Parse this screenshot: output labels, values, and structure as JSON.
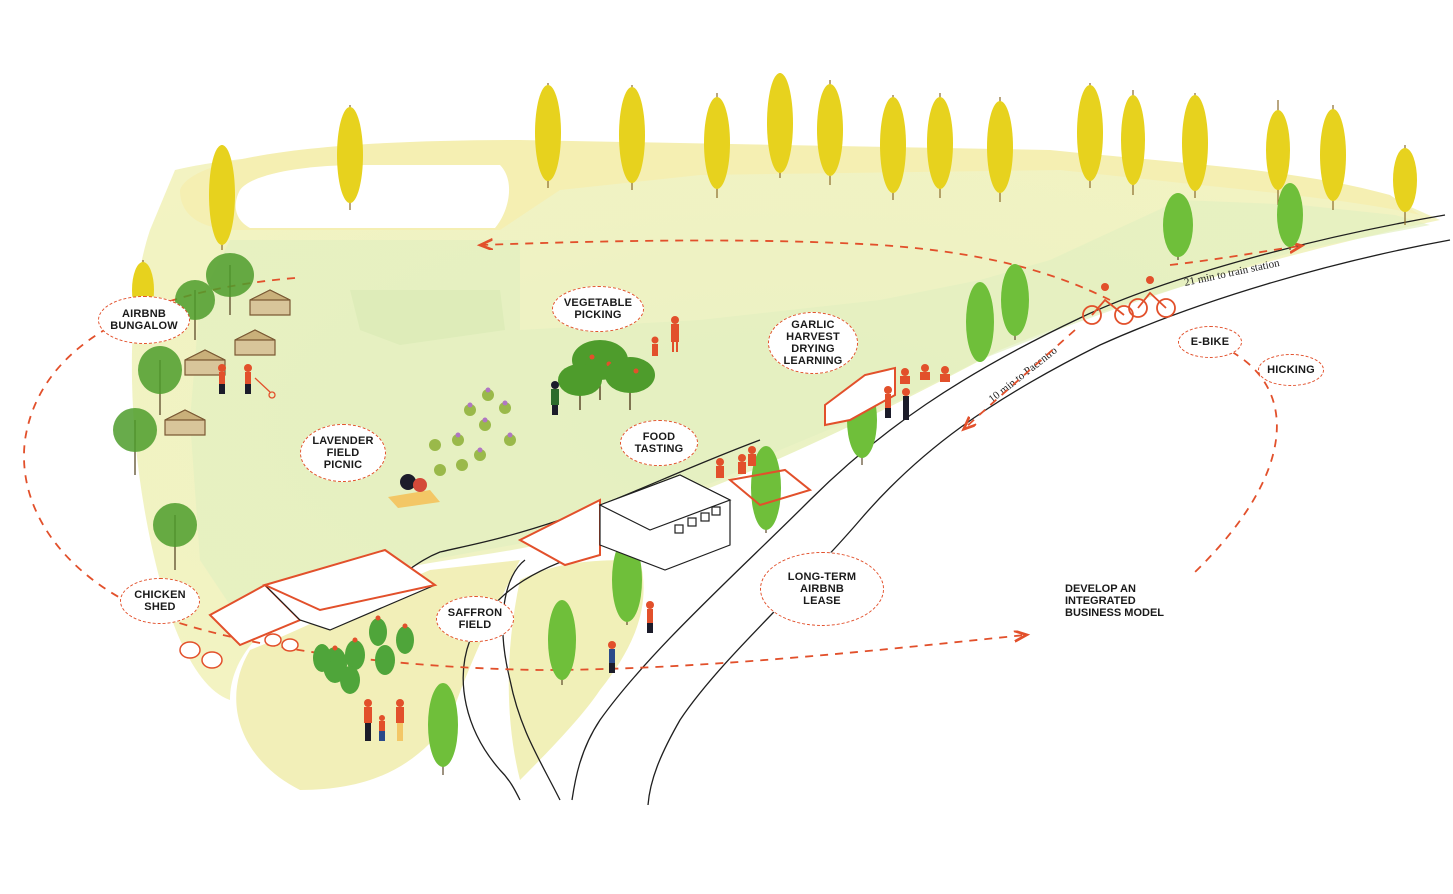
{
  "labels": {
    "airbnb_bungalow": "AIRBNB\nBUNGALOW",
    "vegetable_picking": "VEGETABLE\nPICKING",
    "garlic": "GARLIC\nHARVEST\nDRYING\nLEARNING",
    "lavender": "LAVENDER\nFIELD\nPICNIC",
    "food_tasting": "FOOD\nTASTING",
    "ebike": "E-BIKE",
    "hicking": "HICKING",
    "long_term": "LONG-TERM\nAIRBNB\nLEASE",
    "chicken_shed": "CHICKEN\nSHED",
    "saffron": "SAFFRON\nFIELD"
  },
  "caption": "DEVELOP AN\nINTEGRATED\nBUSINESS MODEL",
  "road_labels": {
    "train": "21 min to train station",
    "pacentro": "10 min to Pacentro"
  },
  "colors": {
    "accent": "#e2502b",
    "field": "#eef3c8",
    "tree_yellow": "#e7d21e",
    "tree_green": "#6fbf3a"
  }
}
